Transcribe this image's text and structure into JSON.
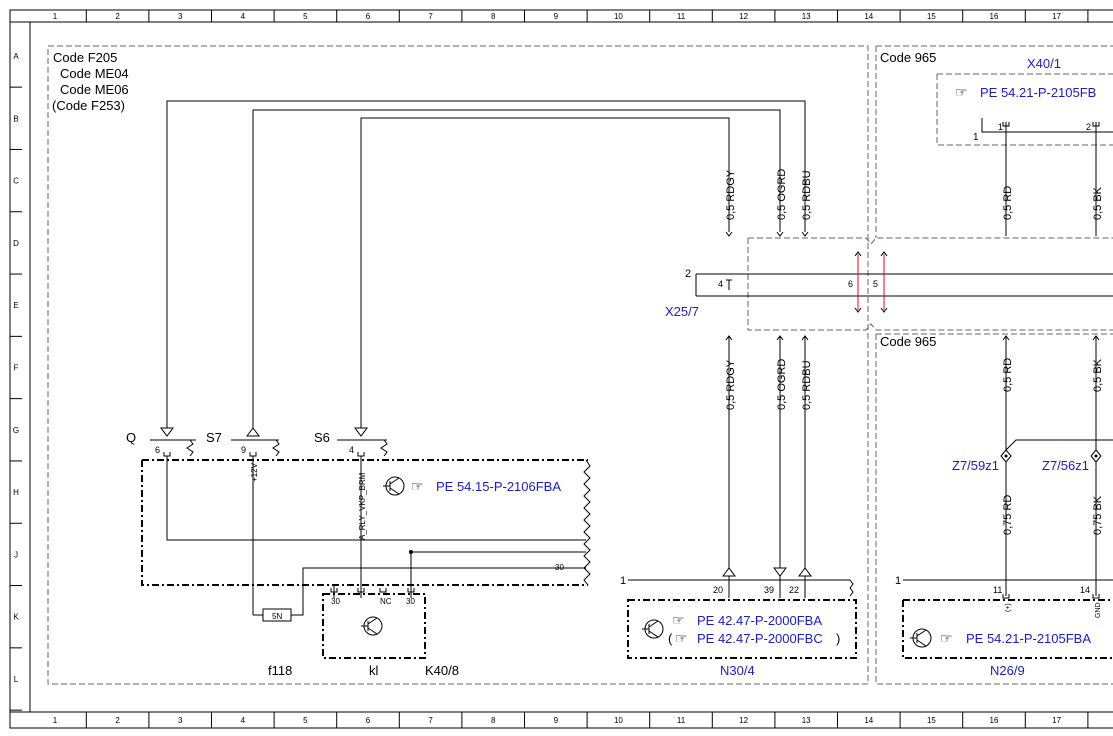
{
  "grid": {
    "columns": [
      "1",
      "2",
      "3",
      "4",
      "5",
      "6",
      "7",
      "8",
      "9",
      "10",
      "11",
      "12",
      "13",
      "14",
      "15",
      "16",
      "17"
    ],
    "rows": [
      "A",
      "B",
      "C",
      "D",
      "E",
      "F",
      "G",
      "H",
      "J",
      "K",
      "L"
    ]
  },
  "left_block": {
    "code_lines": [
      "Code F205",
      "Code ME04",
      "Code ME06",
      "(Code F253)"
    ]
  },
  "right_block_top": {
    "code_label": "Code 965"
  },
  "right_block_bottom": {
    "code_label": "Code 965"
  },
  "connectors": {
    "x40_1": "X40/1",
    "x25_7": "X25/7",
    "z7_59z1": "Z7/59z1",
    "z7_56z1": "Z7/56z1"
  },
  "references": {
    "pe_2105fb_top": "PE 54.21-P-2105FB",
    "pe_2106fba": "PE 54.15-P-2106FBA",
    "pe_2000fba": "PE 42.47-P-2000FBA",
    "pe_2000fbc": "PE 42.47-P-2000FBC",
    "pe_2000fbc_open": "(",
    "pe_2000fbc_close": ")",
    "pe_2105fba": "PE 54.21-P-2105FBA"
  },
  "wires": {
    "rdgy": "0,5 RDGY",
    "ogrd": "0,5 OGRD",
    "rdbu": "0,5 RDBU",
    "rd_upper": "0,5 RD",
    "bk_upper": "0,5 BK",
    "rd_mid": "0,5 RD",
    "bk_mid": "0,5 BK",
    "rd_lower": "0,75 RD",
    "bk_lower": "0,75 BK"
  },
  "pins": {
    "x40_1_pin1": "1",
    "x40_1_pin2": "2",
    "x40_1_ref": "1",
    "x25_ref": "2",
    "x25_pin4": "4",
    "x25_pin6": "6",
    "x25_pin5": "5",
    "q_pin": "6",
    "s7_pin": "9",
    "s6_pin": "4",
    "n30_pin20": "20",
    "n30_pin39": "39",
    "n30_pin22": "22",
    "n30_ref": "1",
    "n26_pin11": "11",
    "n26_pin14": "14",
    "n26_ref": "1",
    "k40_30a": "30",
    "k40_nc": "NC",
    "k40_30b": "30",
    "pin30_side": "30"
  },
  "switches": {
    "q": "Q",
    "s7": "S7",
    "s6": "S6"
  },
  "signals": {
    "v12": "+12V",
    "relay": "A_RLY_VKP_BRM",
    "plus": "(+)",
    "gnd": "GND"
  },
  "components": {
    "f118": "f118",
    "fuse_rating": "5N",
    "kl": "kl",
    "k40_8": "K40/8",
    "n30_4": "N30/4",
    "n26_9": "N26/9"
  }
}
